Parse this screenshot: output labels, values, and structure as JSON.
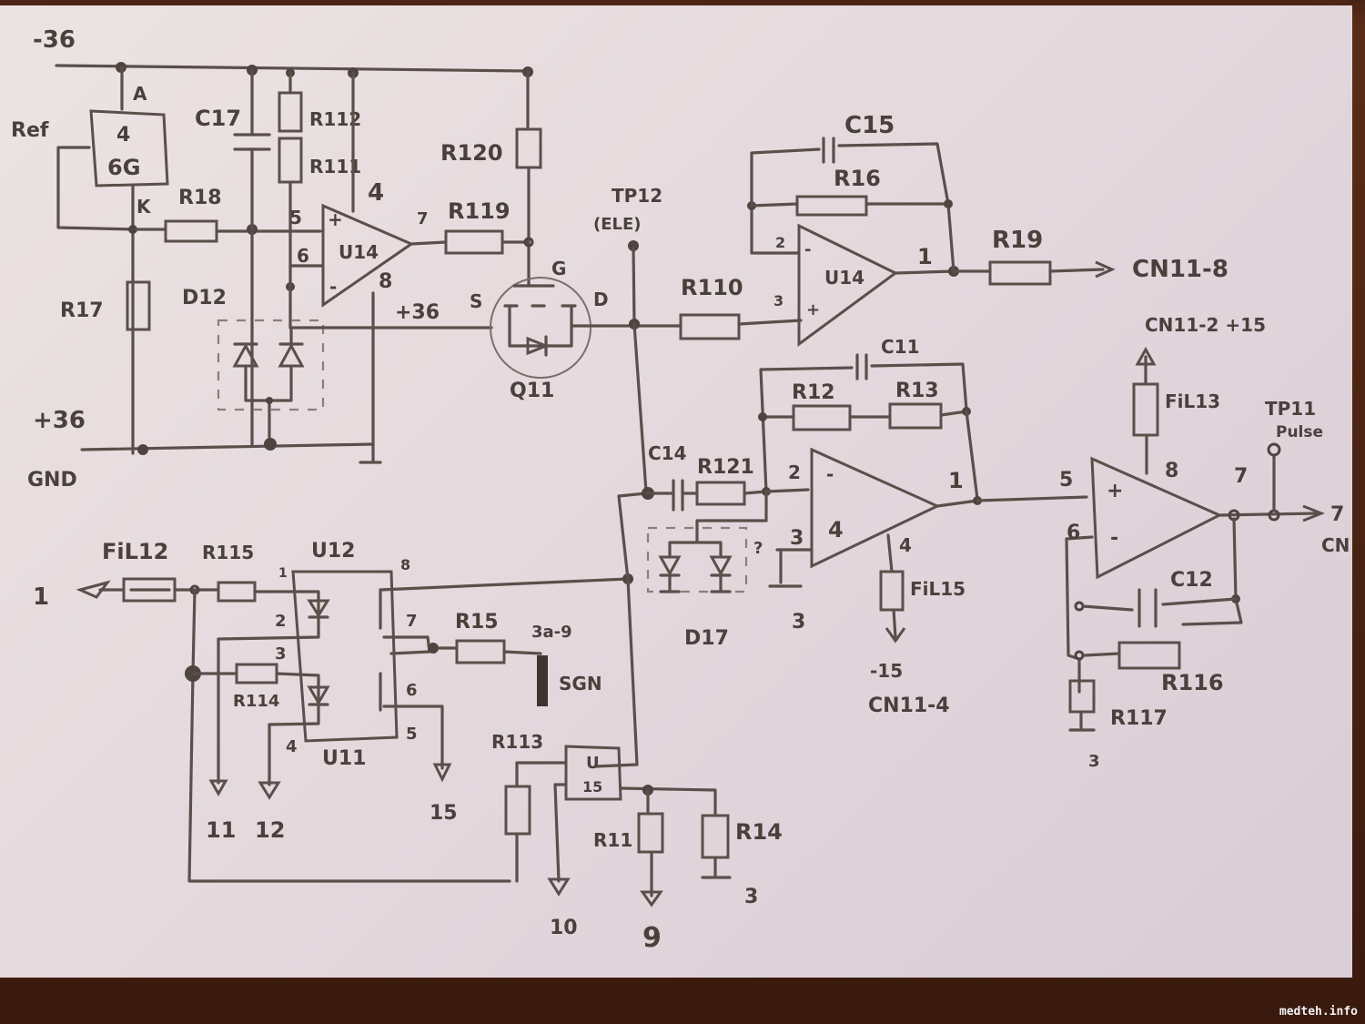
{
  "rails": {
    "neg36": "-36",
    "pos36_gnd_label": "+36",
    "gnd": "GND",
    "pos36_pin8": "+36",
    "ground_symbol": "ground-icon"
  },
  "reference": {
    "ref": "Ref",
    "anode": "A",
    "cathode": "K",
    "line1": "4",
    "line2": "6G"
  },
  "components": {
    "C17": "C17",
    "R112": "R112",
    "R111": "R111",
    "R18": "R18",
    "R17": "R17",
    "D12": "D12",
    "R120": "R120",
    "R119": "R119",
    "Q11": "Q11",
    "R110": "R110",
    "C15": "C15",
    "R16": "R16",
    "R19": "R19",
    "C11": "C11",
    "R12": "R12",
    "R13": "R13",
    "C14": "C14",
    "R121": "R121",
    "D17": "D17",
    "FIL15": "FiL15",
    "FIL13": "FiL13",
    "C12": "C12",
    "R116": "R116",
    "R117": "R117",
    "FIL12": "FiL12",
    "R115": "R115",
    "R114": "R114",
    "U12": "U12",
    "U11": "U11",
    "R15": "R15",
    "SGN": "SGN",
    "R113": "R113",
    "U15_line1": "U",
    "U15_line2": "15",
    "R11": "R11",
    "R14": "R14"
  },
  "opamp_u14a": {
    "name": "U14",
    "pin_plus": "5",
    "pin_minus": "6",
    "pin_out": "7",
    "pin_vplus": "4",
    "pin_vminus": "8",
    "sign_plus": "+",
    "sign_minus": "-"
  },
  "mosfet": {
    "gate": "G",
    "source": "S",
    "drain": "D"
  },
  "opamp_u14b": {
    "name": "U14",
    "pin_minus": "2",
    "pin_plus": "3",
    "pin_out": "1",
    "sign_plus": "+",
    "sign_minus": "-"
  },
  "opamp_mid": {
    "name": "4",
    "pin_minus": "2",
    "pin_plus": "3",
    "pin_out": "1",
    "pin_supply": "4",
    "sign_minus": "-",
    "gnd_ref": "3"
  },
  "opamp_out": {
    "pin_plus": "5",
    "pin_minus": "6",
    "pin_supply": "8",
    "pin_out": "7",
    "sign_plus": "+",
    "sign_minus": "-"
  },
  "test_points": {
    "tp12": "TP12",
    "tp12_note": "(ELE)",
    "tp11": "TP11",
    "tp11_note": "Pulse"
  },
  "connectors": {
    "cn11_8": "CN11-8",
    "cn11_2": "CN11-2 +15",
    "cn11_4_volt": "-15",
    "cn11_4": "CN11-4",
    "out_pin": "7",
    "out_cn": "CN",
    "in_pin": "1",
    "sgn_pin": "3a-9",
    "pin11": "11",
    "pin12": "12",
    "pin15": "15",
    "pin10": "10",
    "pin9": "9",
    "gnd3_a": "3",
    "gnd3_b": "3"
  },
  "optocoupler": {
    "pin1": "1",
    "pin2": "2",
    "pin3": "3",
    "pin4": "4",
    "pin5": "5",
    "pin6": "6",
    "pin7": "7",
    "pin8": "8"
  },
  "d17_note": "?",
  "watermark": "medteh.info"
}
